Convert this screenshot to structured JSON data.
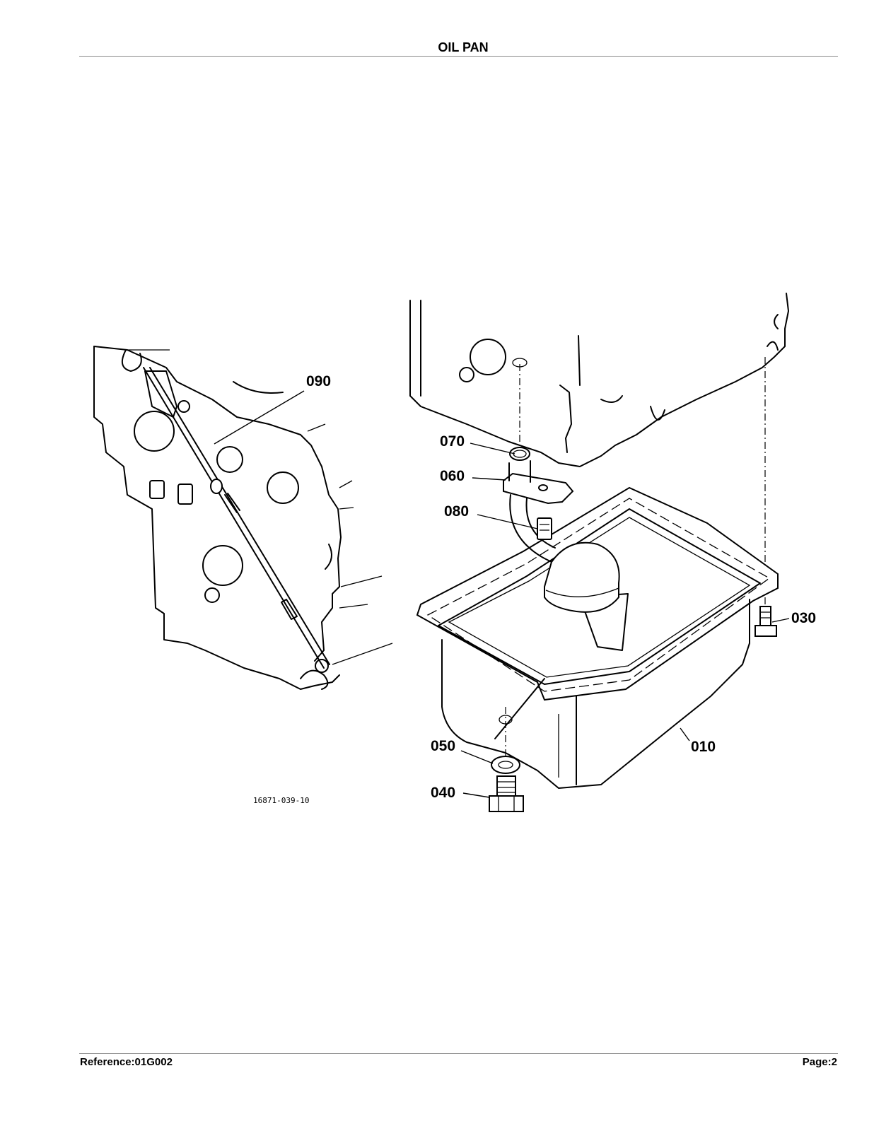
{
  "header": {
    "title": "OIL PAN"
  },
  "footer": {
    "reference": "Reference:01G002",
    "page": "Page:2"
  },
  "diagram": {
    "drawing_number": "16871-039-10",
    "callouts": [
      "090",
      "070",
      "060",
      "080",
      "030",
      "010",
      "050",
      "040"
    ],
    "icons": [
      "engine-block-front",
      "dipstick",
      "engine-block-bottom",
      "oil-pan",
      "oil-strainer",
      "drain-plug",
      "gasket-washer",
      "pan-bolt"
    ]
  }
}
